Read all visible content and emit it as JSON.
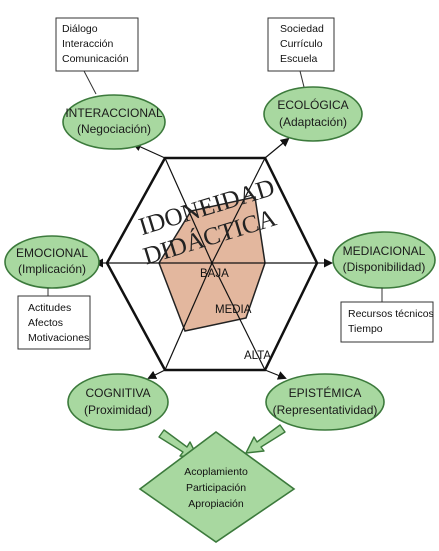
{
  "center_title": [
    "IDONEIDAD",
    "DIDÁCTICA"
  ],
  "levels": [
    "BAJA",
    "MEDIA",
    "ALTA"
  ],
  "dimensions": {
    "interaccional": {
      "line1": "INTERACCIONAL",
      "line2": "(Negociación)"
    },
    "ecologica": {
      "line1": "ECOLÓGICA",
      "line2": "(Adaptación)"
    },
    "mediacional": {
      "line1": "MEDIACIONAL",
      "line2": "(Disponibilidad)"
    },
    "epistemica": {
      "line1": "EPISTÉMICA",
      "line2": "(Representatividad)"
    },
    "cognitiva": {
      "line1": "COGNITIVA",
      "line2": "(Proximidad)"
    },
    "emocional": {
      "line1": "EMOCIONAL",
      "line2": "(Implicación)"
    }
  },
  "notes": {
    "interaccional": [
      "Diálogo",
      "Interacción",
      "Comunicación"
    ],
    "ecologica": [
      "Sociedad",
      "Currículo",
      "Escuela"
    ],
    "mediacional": [
      "Recursos técnicos",
      "Tiempo"
    ],
    "emocional": [
      "Actitudes",
      "Afectos",
      "Motivaciones"
    ]
  },
  "bottom": [
    "Acoplamiento",
    "Participación",
    "Apropiación"
  ],
  "colors": {
    "node_fill": "#a8d8a0",
    "node_stroke": "#3c7a3c",
    "poly_fill": "#e3b79e",
    "hexagon": "#111111"
  }
}
